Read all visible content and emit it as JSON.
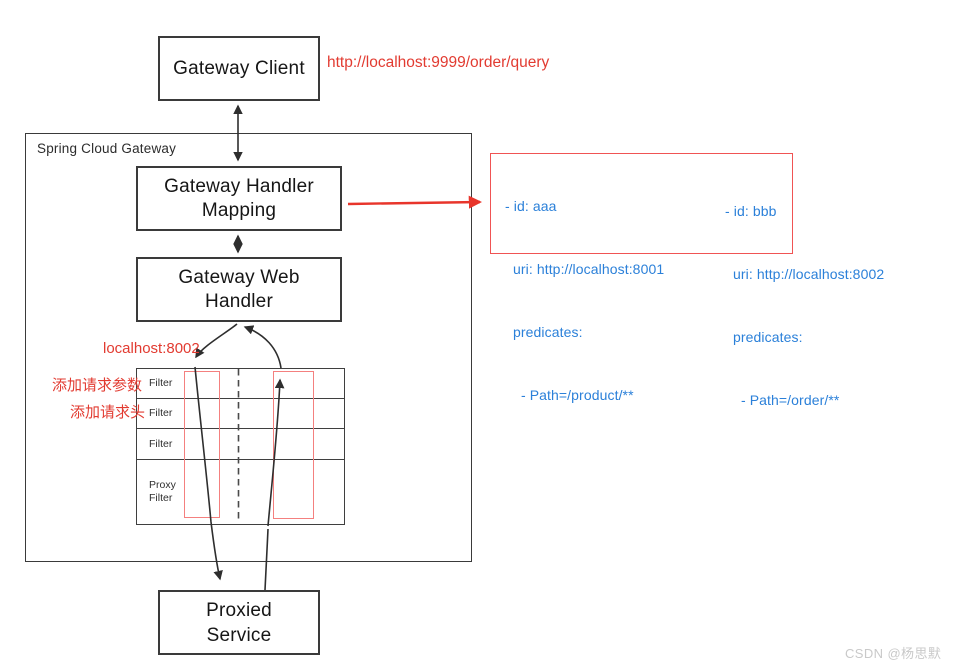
{
  "nodes": {
    "gateway_client": "Gateway Client",
    "handler_mapping": "Gateway Handler\nMapping",
    "web_handler": "Gateway Web\nHandler",
    "proxied_service": "Proxied\nService"
  },
  "container": {
    "label": "Spring Cloud Gateway"
  },
  "annotations": {
    "request_url": "http://localhost:9999/order/query",
    "forward_host": "localhost:8002",
    "add_request_params": "添加请求参数",
    "add_request_header": "添加请求头"
  },
  "filter_table": {
    "rows": [
      "Filter",
      "Filter",
      "Filter",
      "Proxy\nFilter"
    ]
  },
  "routes": [
    {
      "lines": [
        "- id: aaa",
        "  uri: http://localhost:8001",
        "  predicates:",
        "    - Path=/product/**"
      ]
    },
    {
      "lines": [
        "- id: bbb",
        "  uri: http://localhost:8002",
        "  predicates:",
        "    - Path=/order/**"
      ]
    }
  ],
  "watermark": "CSDN @杨思默",
  "colors": {
    "red_accent": "#e23b31",
    "soft_red": "#f4807f",
    "blue_text": "#2b80d9",
    "line_black": "#2e2e2e"
  }
}
